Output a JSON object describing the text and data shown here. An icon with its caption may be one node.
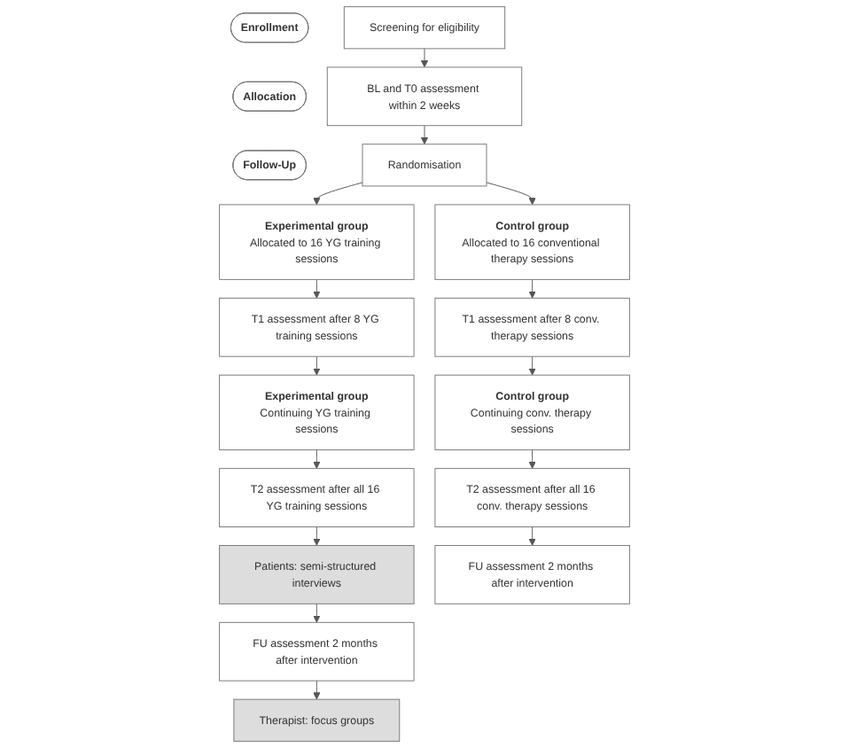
{
  "diagram": {
    "nodes": [
      {
        "text": [
          "Enrollment"
        ]
      },
      {
        "text": [
          "Allocation"
        ]
      },
      {
        "text": [
          "Follow-Up"
        ]
      },
      {
        "text": [
          "Screening for eligibility"
        ]
      },
      {
        "text": [
          "BL and T0 assessment within 2 weeks"
        ]
      },
      {
        "text": [
          "Randomisation"
        ]
      },
      {
        "text": [
          "Experimental group",
          "Allocated to 16 YG training sessions"
        ]
      },
      {
        "text": [
          "Control group",
          "Allocated to 16 conventional therapy sessions"
        ]
      },
      {
        "text": [
          "T1 assessment after 8 YG training sessions"
        ]
      },
      {
        "text": [
          "T1 assessment after 8 conv. therapy sessions"
        ]
      },
      {
        "text": [
          "Experimental group",
          "Continuing YG training sessions"
        ]
      },
      {
        "text": [
          "Control group",
          "Continuing conv. therapy sessions"
        ]
      },
      {
        "text": [
          "T2 assessment after all 16 YG training sessions"
        ]
      },
      {
        "text": [
          "T2 assessment after all 16 conv. therapy sessions"
        ]
      },
      {
        "text": [
          "Patients: semi-structured interviews"
        ]
      },
      {
        "text": [
          "FU assessment 2 months after intervention"
        ]
      },
      {
        "text": [
          "FU assessment 2 months after intervention"
        ]
      },
      {
        "text": [
          "Therapist: focus groups"
        ]
      }
    ],
    "edges": [
      {
        "from": 3,
        "to": 4,
        "arrow": "to"
      },
      {
        "from": 4,
        "to": 5,
        "arrow": "to"
      },
      {
        "from": 5,
        "to": 6,
        "arrow": "to"
      },
      {
        "from": 5,
        "to": 7,
        "arrow": "to"
      },
      {
        "from": 6,
        "to": 8,
        "arrow": "to"
      },
      {
        "from": 7,
        "to": 9,
        "arrow": "to"
      },
      {
        "from": 8,
        "to": 10,
        "arrow": "to"
      },
      {
        "from": 9,
        "to": 11,
        "arrow": "to"
      },
      {
        "from": 10,
        "to": 12,
        "arrow": "to"
      },
      {
        "from": 11,
        "to": 13,
        "arrow": "to"
      },
      {
        "from": 12,
        "to": 14,
        "arrow": "to"
      },
      {
        "from": 13,
        "to": 16,
        "arrow": "to"
      },
      {
        "from": 14,
        "to": 15,
        "arrow": "to"
      },
      {
        "from": 15,
        "to": 17,
        "arrow": "to"
      }
    ]
  }
}
